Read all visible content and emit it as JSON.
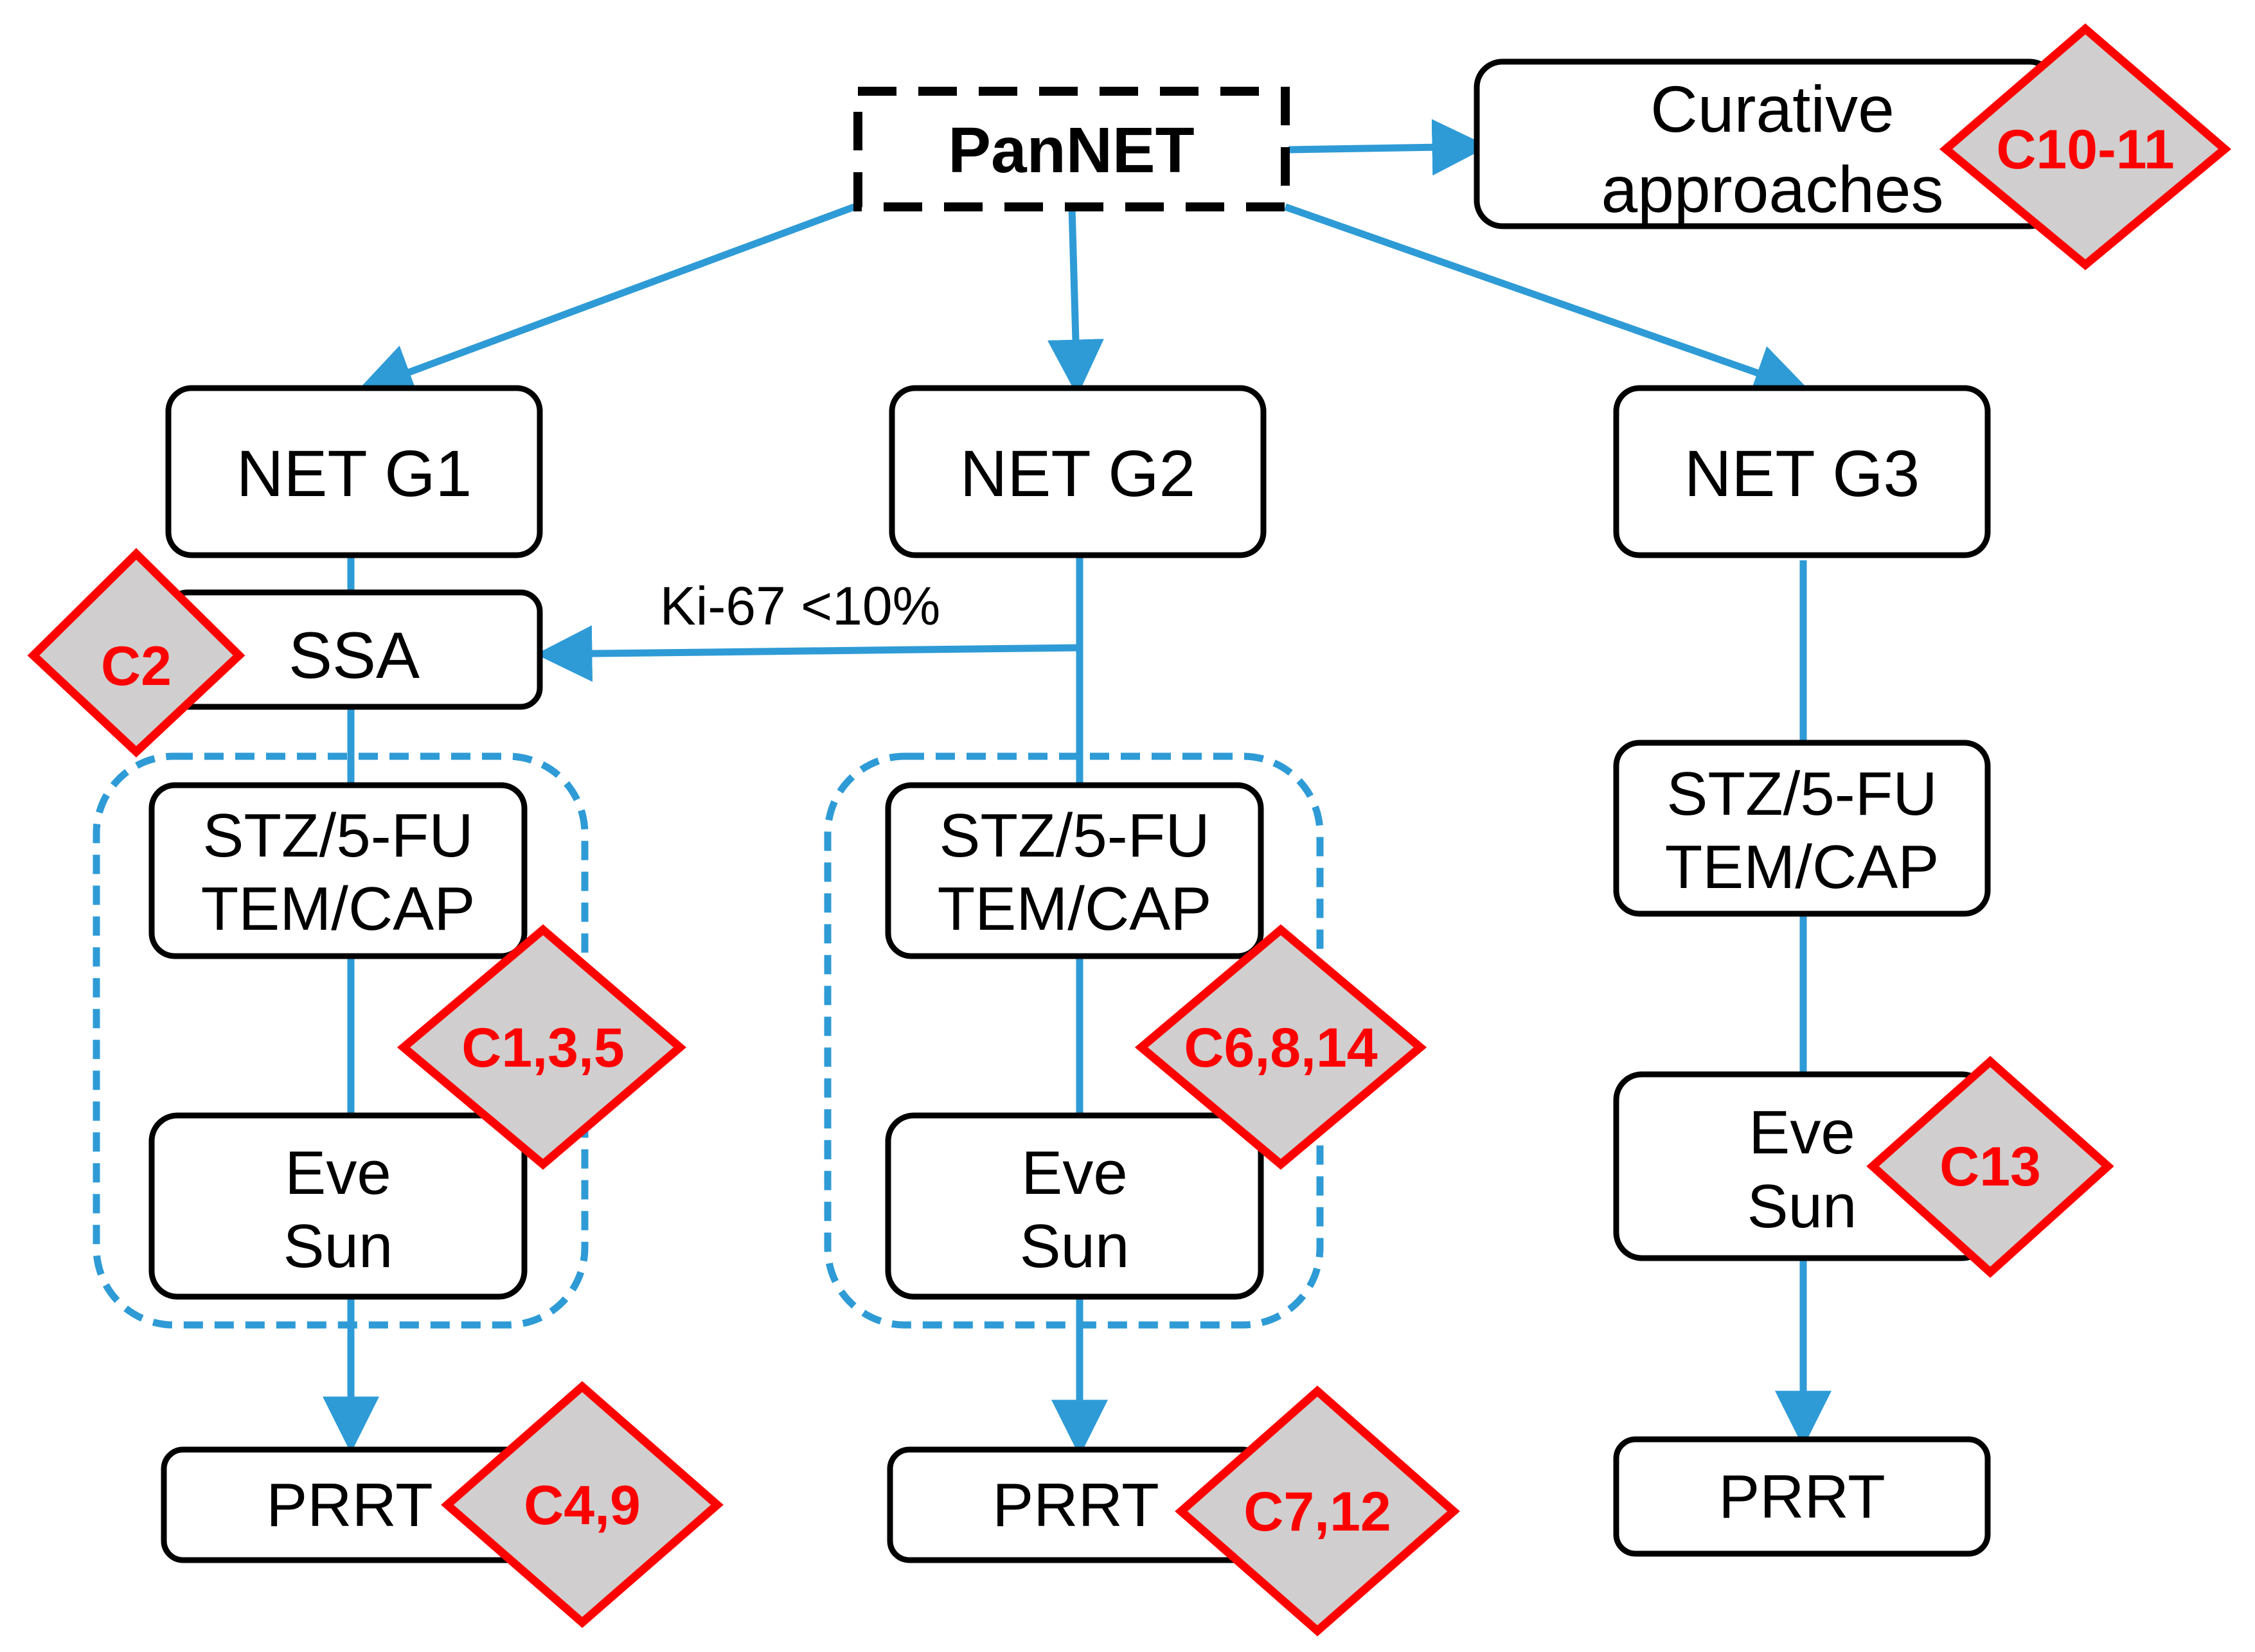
{
  "colors": {
    "connector": "#2e9bd6",
    "box_stroke": "#000000",
    "badge_fill": "#d0cece",
    "badge_stroke": "#ff0000",
    "badge_text": "#ff0000"
  },
  "root": {
    "label": "PanNET"
  },
  "curative": {
    "line1": "Curative",
    "line2": "approaches"
  },
  "grades": {
    "g1": "NET G1",
    "g2": "NET G2",
    "g3": "NET G3"
  },
  "ssa": {
    "label": "SSA"
  },
  "ki67": {
    "label": "Ki-67 <10%"
  },
  "chemo": {
    "line1": "STZ/5-FU",
    "line2": "TEM/CAP"
  },
  "targeted": {
    "line1": "Eve",
    "line2": "Sun"
  },
  "prrt": {
    "label": "PRRT"
  },
  "badges": {
    "c10_11": "C10-11",
    "c2": "C2",
    "c1_3_5": "C1,3,5",
    "c6_8_14": "C6,8,14",
    "c13": "C13",
    "c4_9": "C4,9",
    "c7_12": "C7,12"
  }
}
